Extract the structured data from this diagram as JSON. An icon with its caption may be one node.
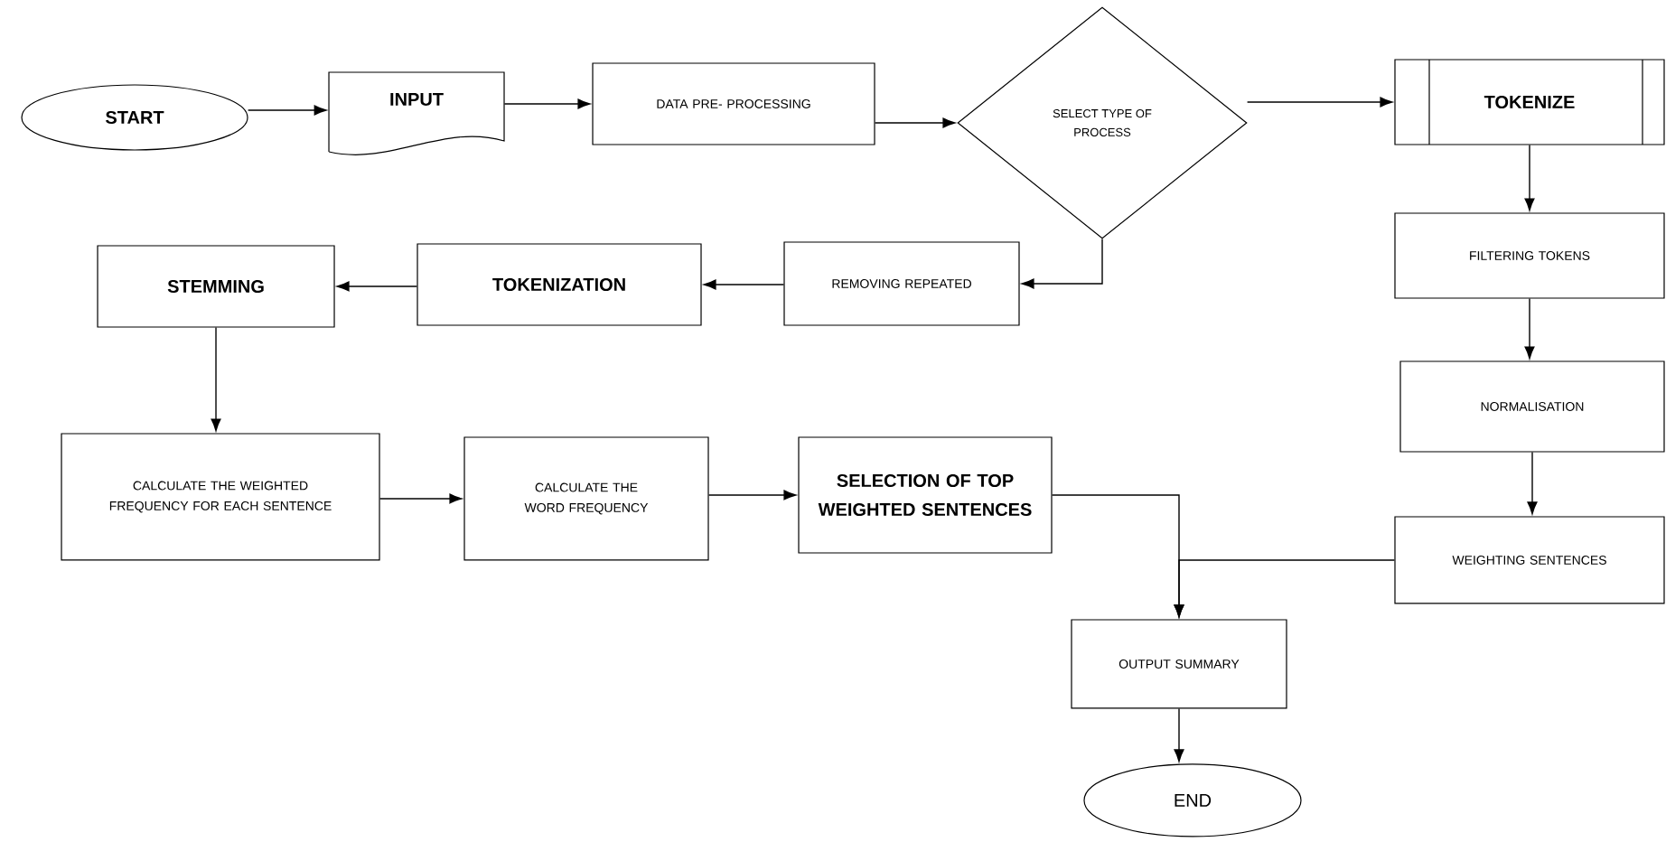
{
  "diagram": {
    "nodes": [
      {
        "text": [
          "START"
        ]
      },
      {
        "text": [
          "INPUT"
        ]
      },
      {
        "text": [
          "DATA PRE- PROCESSING"
        ]
      },
      {
        "text": [
          "SELECT TYPE OF PROCESS"
        ]
      },
      {
        "text": [
          "TOKENIZE"
        ]
      },
      {
        "text": [
          "FILTERING TOKENS"
        ]
      },
      {
        "text": [
          "NORMALISATION"
        ]
      },
      {
        "text": [
          "WEIGHTING SENTENCES"
        ]
      },
      {
        "text": [
          "REMOVING REPEATED"
        ]
      },
      {
        "text": [
          "TOKENIZATION"
        ]
      },
      {
        "text": [
          "STEMMING"
        ]
      },
      {
        "text": [
          "CALCULATE THE WEIGHTED FREQUENCY FOR EACH SENTENCE"
        ]
      },
      {
        "text": [
          "CALCULATE THE WORD FREQUENCY"
        ]
      },
      {
        "text": [
          "SELECTION OF TOP WEIGHTED SENTENCES"
        ]
      },
      {
        "text": [
          "OUTPUT SUMMARY"
        ]
      },
      {
        "text": [
          "END"
        ]
      }
    ],
    "edges": [
      {
        "from": 0,
        "to": 1,
        "arrow": "to"
      },
      {
        "from": 1,
        "to": 2,
        "arrow": "to"
      },
      {
        "from": 2,
        "to": 3,
        "arrow": "to"
      },
      {
        "from": 3,
        "to": 4,
        "arrow": "to"
      },
      {
        "from": 4,
        "to": 5,
        "arrow": "to"
      },
      {
        "from": 5,
        "to": 6,
        "arrow": "to"
      },
      {
        "from": 6,
        "to": 7,
        "arrow": "to"
      },
      {
        "from": 3,
        "to": 8,
        "arrow": "to"
      },
      {
        "from": 8,
        "to": 9,
        "arrow": "to"
      },
      {
        "from": 9,
        "to": 10,
        "arrow": "to"
      },
      {
        "from": 10,
        "to": 11,
        "arrow": "to"
      },
      {
        "from": 11,
        "to": 12,
        "arrow": "to"
      },
      {
        "from": 12,
        "to": 13,
        "arrow": "to"
      },
      {
        "from": 13,
        "to": 14,
        "arrow": "to"
      },
      {
        "from": 7,
        "to": 14,
        "arrow": "to"
      },
      {
        "from": 14,
        "to": 15,
        "arrow": "to"
      }
    ]
  }
}
